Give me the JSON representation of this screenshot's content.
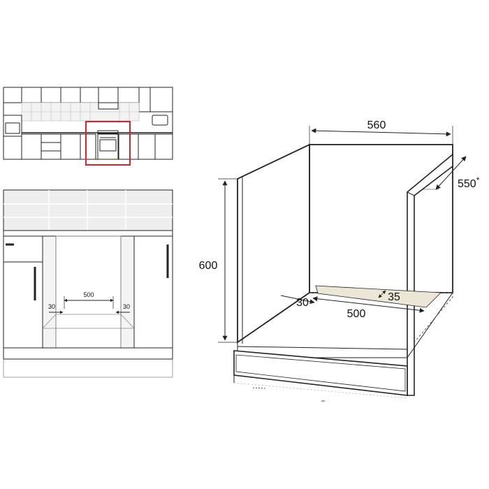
{
  "colors": {
    "line": "#222222",
    "highlight": "#d9232a",
    "tile": "#e9e9e9",
    "vent": "#ece6d6",
    "panel": "#f4f4f4"
  },
  "kitchen_elevation": {
    "highlight_label": ""
  },
  "cabinet_section": {
    "width_label": "500",
    "left_gap_label": "30",
    "right_gap_label": "30"
  },
  "enclosure": {
    "width_label": "560",
    "depth_label": "550",
    "depth_asterisk": "*",
    "height_label": "600",
    "vent_width_label": "500",
    "vent_offset_label": "30",
    "vent_depth_label": "35"
  }
}
